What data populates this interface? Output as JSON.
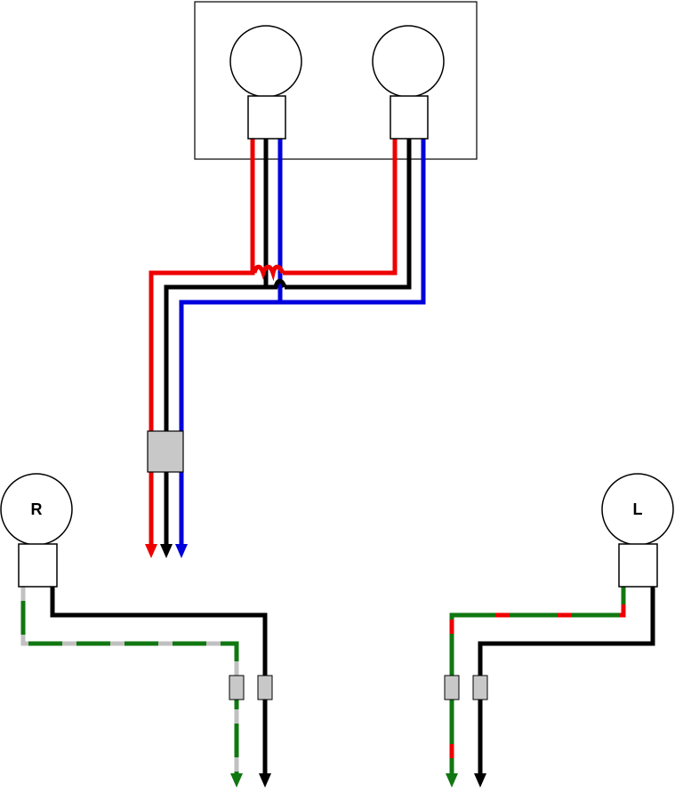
{
  "colors": {
    "red": "#ee0000",
    "black": "#000000",
    "blue": "#0000dd",
    "green": "#117711",
    "grey": "#c0c0c0",
    "connector": "#c8c8c8",
    "outline": "#000000"
  },
  "lamps": {
    "right": {
      "label": "R",
      "wire_stripe": "grey"
    },
    "left": {
      "label": "L",
      "wire_stripe": "red"
    }
  }
}
